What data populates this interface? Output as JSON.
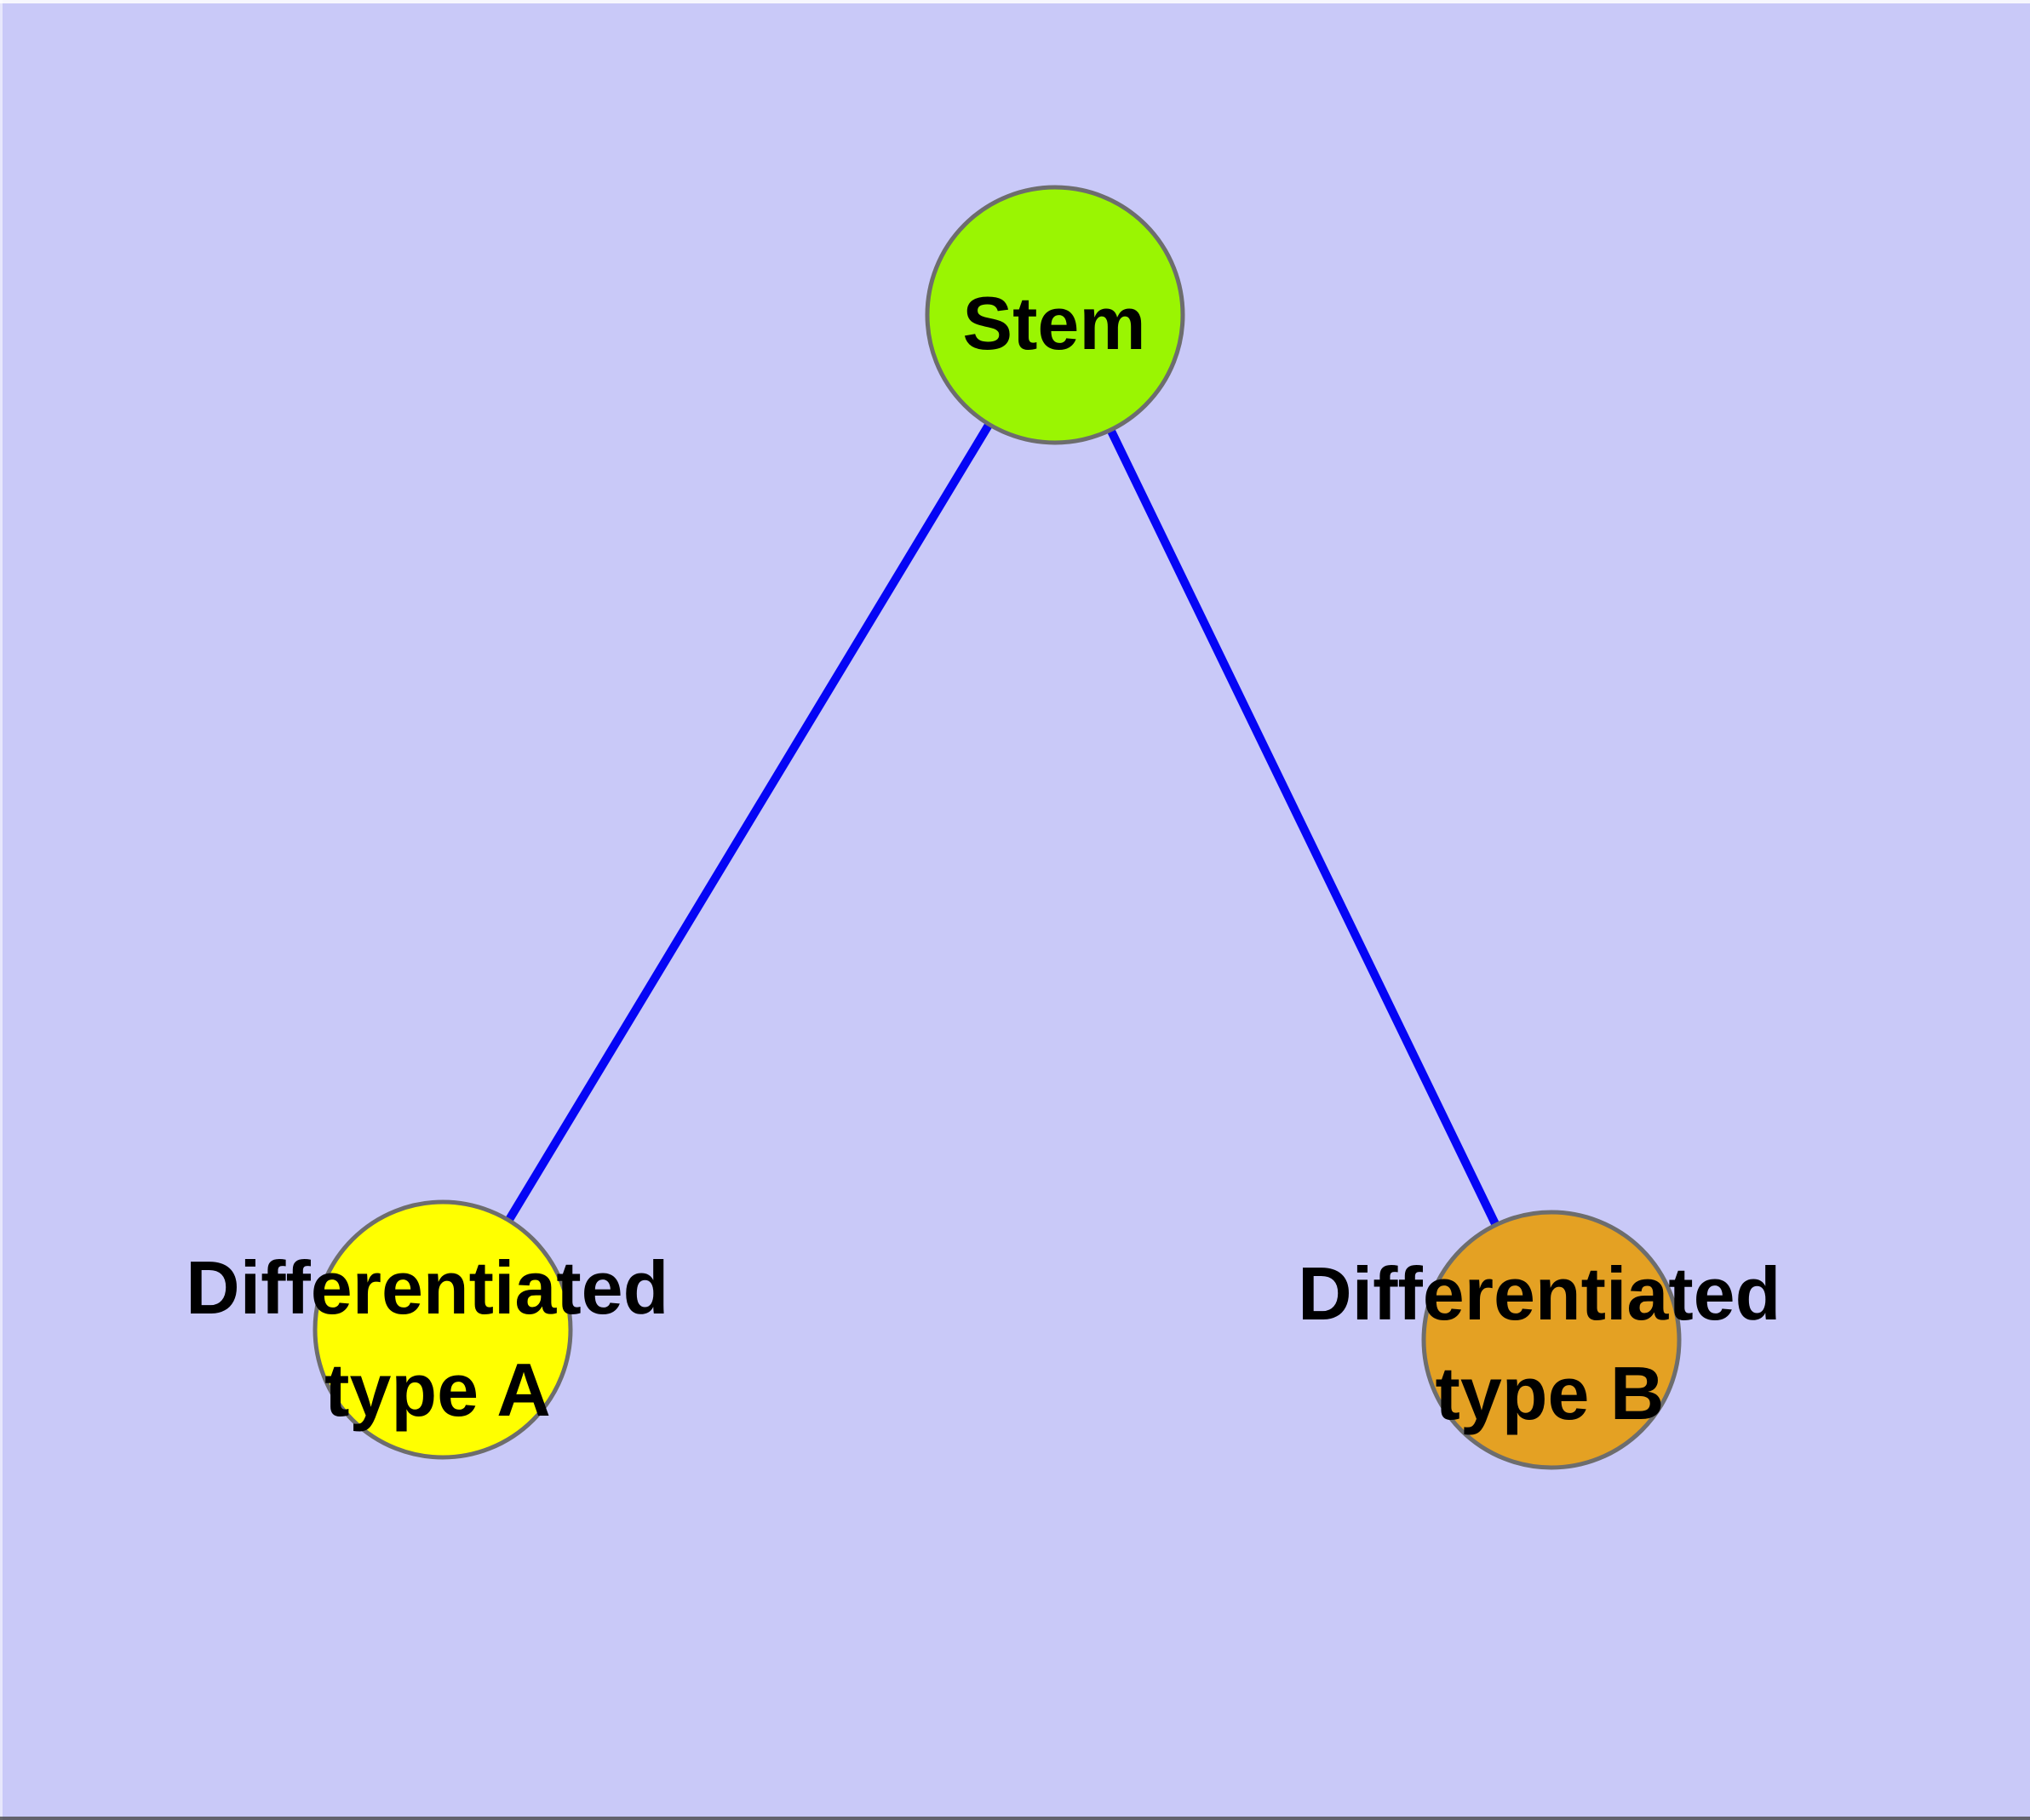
{
  "diagram": {
    "type": "graph",
    "description": "Cell differentiation hierarchy: a Stem node connected to two differentiated cell type nodes",
    "background_color": "#C9C9F8",
    "edge_color": "#0505F5",
    "node_border_color": "#6D6D6D",
    "label_color": "#000000",
    "nodes": [
      {
        "id": "stem",
        "label": "Stem",
        "label_line1": "Stem",
        "label_line2": "",
        "fill_color": "#9AF502"
      },
      {
        "id": "differentiated-type-a",
        "label": "Differentiated type A",
        "label_line1": "Differentiated",
        "label_line2": "type A",
        "fill_color": "#FFFF00"
      },
      {
        "id": "differentiated-type-b",
        "label": "Differentiated type B",
        "label_line1": "Differentiated",
        "label_line2": "type B",
        "fill_color": "#E4A123"
      }
    ],
    "edges": [
      {
        "from": "stem",
        "to": "differentiated-type-a"
      },
      {
        "from": "stem",
        "to": "differentiated-type-b"
      }
    ]
  }
}
